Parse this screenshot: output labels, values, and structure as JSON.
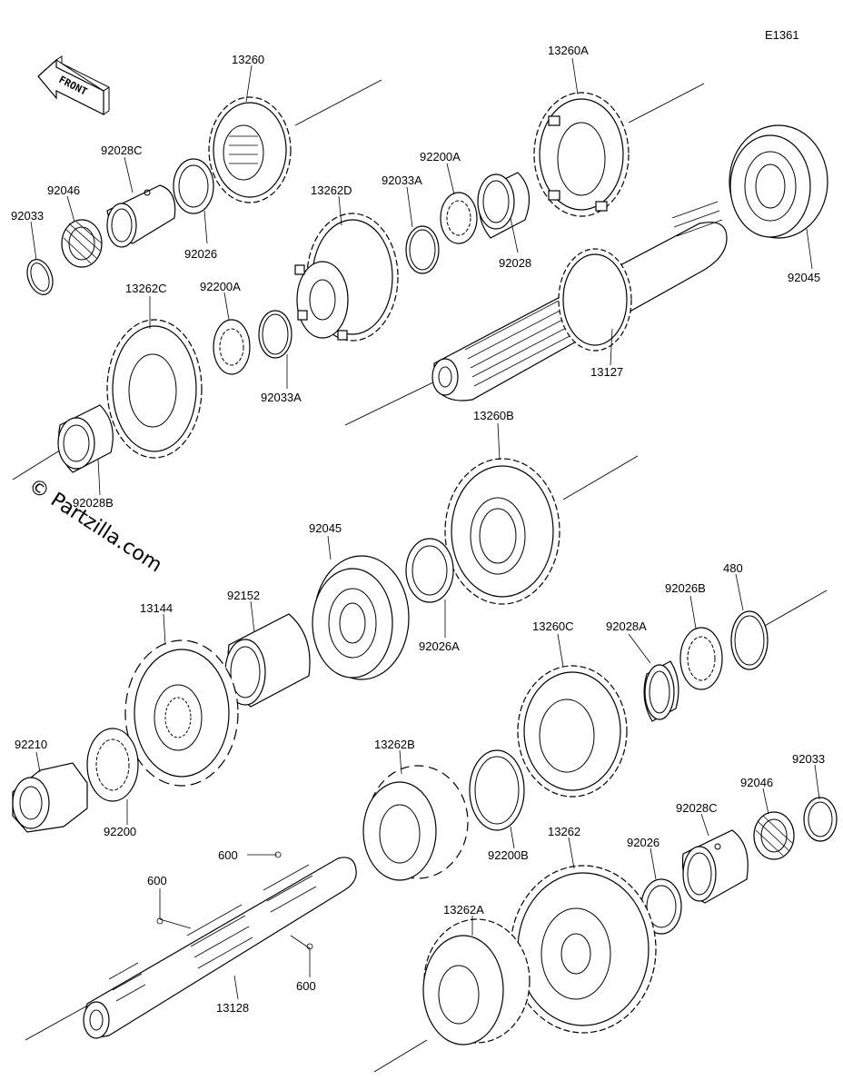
{
  "diagram_code": "E1361",
  "front_label": "FRONT",
  "watermark": "© Partzilla.com",
  "labels": [
    {
      "id": "p13260",
      "text": "13260"
    },
    {
      "id": "p13260A",
      "text": "13260A"
    },
    {
      "id": "p92028C_top",
      "text": "92028C"
    },
    {
      "id": "p92046_top",
      "text": "92046"
    },
    {
      "id": "p92033_top",
      "text": "92033"
    },
    {
      "id": "p92026_top",
      "text": "92026"
    },
    {
      "id": "p13262D",
      "text": "13262D"
    },
    {
      "id": "p92033A_top",
      "text": "92033A"
    },
    {
      "id": "p92200A_top",
      "text": "92200A"
    },
    {
      "id": "p92028",
      "text": "92028"
    },
    {
      "id": "p92045_top",
      "text": "92045"
    },
    {
      "id": "p13262C",
      "text": "13262C"
    },
    {
      "id": "p92200A_mid",
      "text": "92200A"
    },
    {
      "id": "p92033A_mid",
      "text": "92033A"
    },
    {
      "id": "p13127",
      "text": "13127"
    },
    {
      "id": "p92028B",
      "text": "92028B"
    },
    {
      "id": "p13260B",
      "text": "13260B"
    },
    {
      "id": "p92045_mid",
      "text": "92045"
    },
    {
      "id": "p92026A",
      "text": "92026A"
    },
    {
      "id": "p13144",
      "text": "13144"
    },
    {
      "id": "p92152",
      "text": "92152"
    },
    {
      "id": "p480",
      "text": "480"
    },
    {
      "id": "p92026B",
      "text": "92026B"
    },
    {
      "id": "p92028A",
      "text": "92028A"
    },
    {
      "id": "p13260C",
      "text": "13260C"
    },
    {
      "id": "p92210",
      "text": "92210"
    },
    {
      "id": "p92200",
      "text": "92200"
    },
    {
      "id": "p13262B",
      "text": "13262B"
    },
    {
      "id": "p92200B",
      "text": "92200B"
    },
    {
      "id": "p92033_bot",
      "text": "92033"
    },
    {
      "id": "p92046_bot",
      "text": "92046"
    },
    {
      "id": "p92028C_bot",
      "text": "92028C"
    },
    {
      "id": "p92026_bot",
      "text": "92026"
    },
    {
      "id": "p13262",
      "text": "13262"
    },
    {
      "id": "p600_a",
      "text": "600"
    },
    {
      "id": "p600_b",
      "text": "600"
    },
    {
      "id": "p600_c",
      "text": "600"
    },
    {
      "id": "p13262A",
      "text": "13262A"
    },
    {
      "id": "p13128",
      "text": "13128"
    }
  ]
}
